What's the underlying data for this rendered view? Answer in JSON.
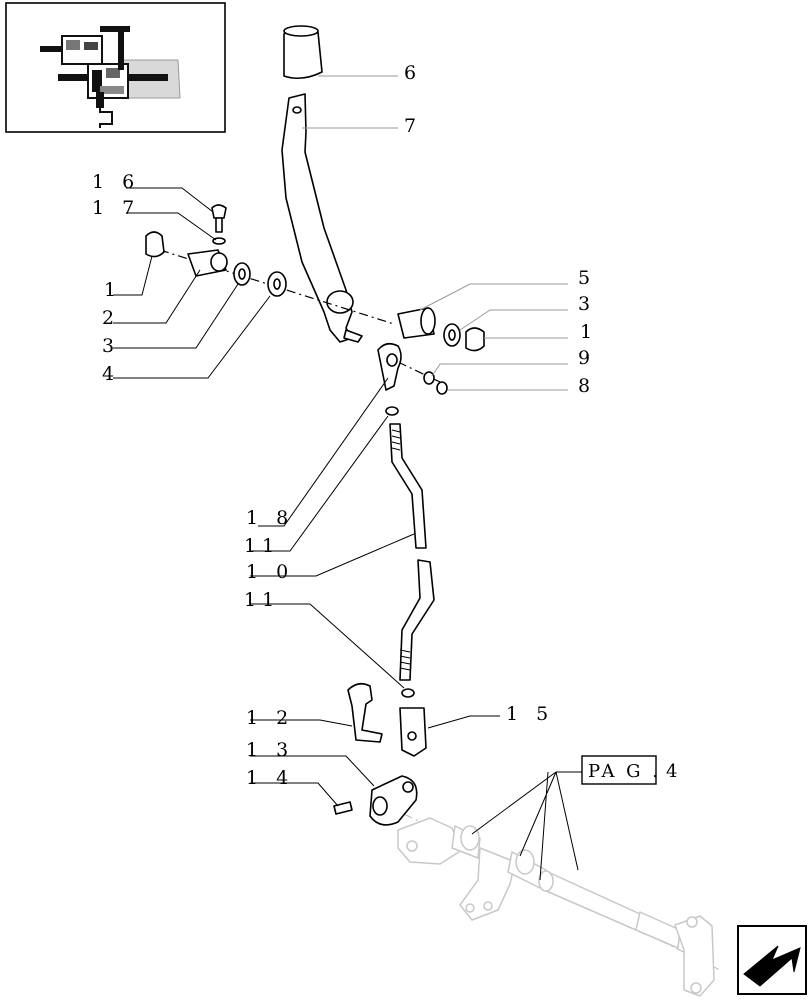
{
  "callouts": {
    "c6": "6",
    "c7": "7",
    "c16": "1 6",
    "c17": "1 7",
    "c1a": "1",
    "c2": "2",
    "c3a": "3",
    "c4": "4",
    "c5": "5",
    "c3b": "3",
    "c1b": "1",
    "c9": "9",
    "c8": "8",
    "c18": "1 8",
    "c11a": "11",
    "c10": "1 0",
    "c11b": "11",
    "c12": "1 2",
    "c15": "1 5",
    "c13": "1 3",
    "c14": "1 4"
  },
  "page_ref": {
    "label": "PA G .",
    "number": "4"
  }
}
